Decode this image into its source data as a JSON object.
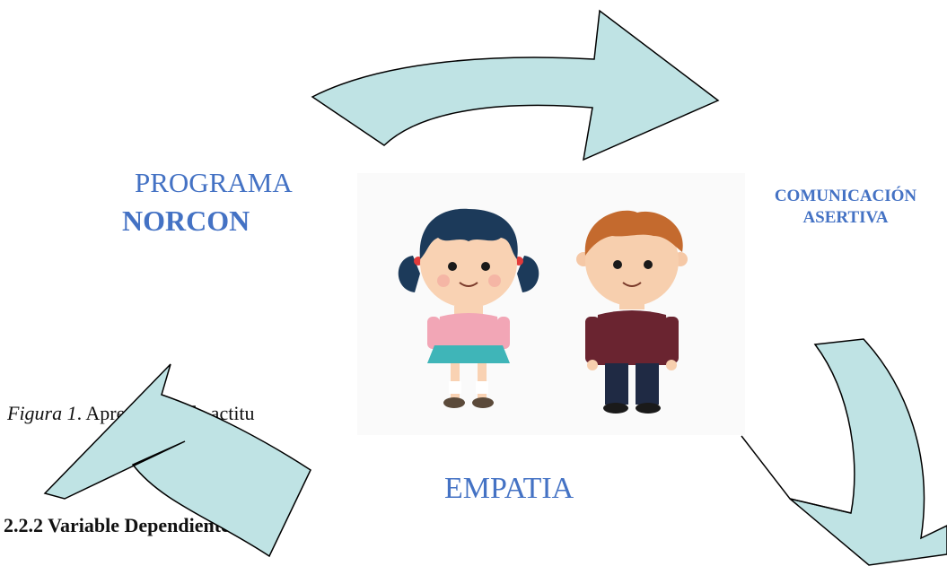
{
  "diagram": {
    "program_line1": "PROGRAMA",
    "program_line2": "NORCON",
    "communication_line1": "COMUNICACIÓN",
    "communication_line2": "ASERTIVA",
    "empathy": "EMPATIA"
  },
  "caption": {
    "italic_part": "Figura 1",
    "text_part": ". Aprendizaje de actitu"
  },
  "section_heading": "2.2.2 Variable Dependiente",
  "colors": {
    "arrow_fill": "#bfe3e4",
    "arrow_stroke": "#000000",
    "label_blue": "#4472c4"
  }
}
